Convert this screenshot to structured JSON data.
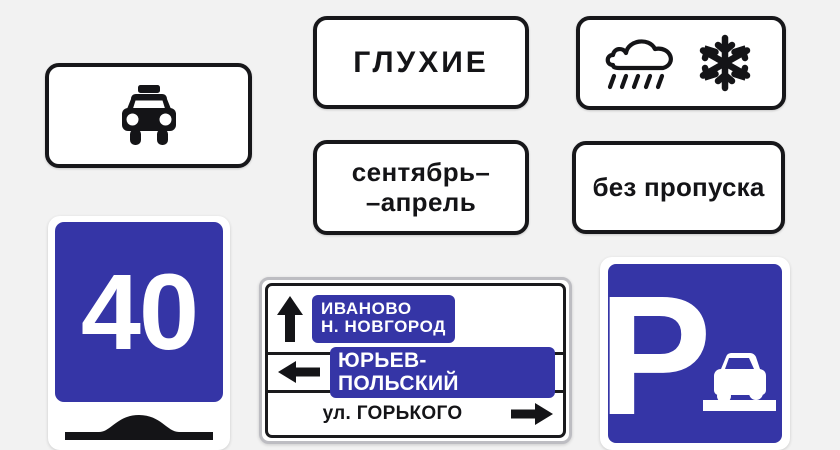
{
  "scene": {
    "title": "Russian road signs collage",
    "background_color": "#f2f2f2",
    "accent_blue": "#3535a6",
    "ink_black": "#141417"
  },
  "signs": {
    "taxi": {
      "name": "Вид транспортного средства — такси",
      "icon": "taxi-car-icon",
      "plate_color": "#ffffff",
      "border_color": "#17171a"
    },
    "deaf": {
      "text": "ГЛУХИЕ",
      "plate_color": "#ffffff",
      "border_color": "#17171a"
    },
    "weather": {
      "name": "Влажное покрытие",
      "icons": [
        "rain-cloud-icon",
        "snowflake-icon"
      ],
      "plate_color": "#ffffff",
      "border_color": "#17171a"
    },
    "months": {
      "text": "сентябрь–\n–апрель",
      "plate_color": "#ffffff",
      "border_color": "#17171a"
    },
    "nopass": {
      "text": "без пропуска",
      "plate_color": "#ffffff",
      "border_color": "#17171a"
    },
    "speed": {
      "number": "40",
      "panel_color": "#3535a6",
      "number_color": "#ffffff",
      "hump_icon": "speed-hump-icon"
    },
    "direction": {
      "rows": [
        {
          "arrow": "arrow-up-icon",
          "destinations": "ИВАНОВО\nН. НОВГОРОД",
          "panel_color": "#3535a6"
        },
        {
          "arrow": "arrow-left-icon",
          "destinations": "ЮРЬЕВ-ПОЛЬСКИЙ",
          "panel_color": "#3535a6"
        },
        {
          "street": "ул. ГОРЬКОГО",
          "arrow": "arrow-right-icon"
        }
      ],
      "frame_color": "#1a1a1d",
      "background": "#ffffff"
    },
    "parking": {
      "letter": "P",
      "panel_color": "#3535a6",
      "letter_color": "#ffffff",
      "icon": "car-on-kerb-icon"
    }
  }
}
